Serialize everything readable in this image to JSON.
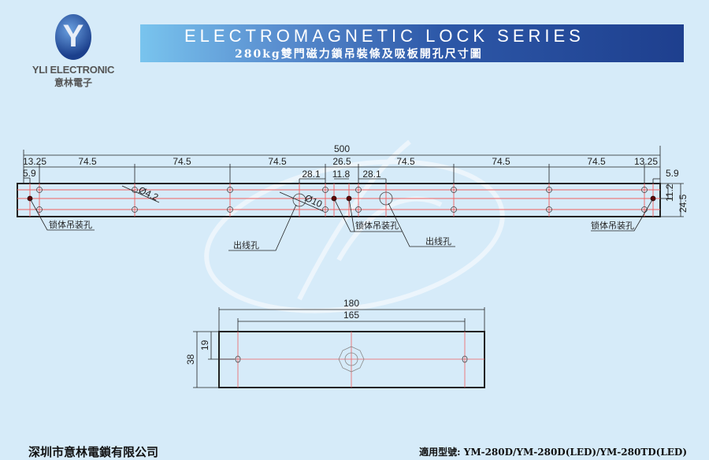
{
  "logo": {
    "mark": "Y",
    "name_en": "YLI ELECTRONIC",
    "name_cn": "意林電子"
  },
  "banner": {
    "title": "ELECTROMAGNETIC LOCK SERIES",
    "subtitle": "280kg雙門磁力鎖吊裝條及吸板開孔尺寸圖"
  },
  "bar_drawing": {
    "overall": "500",
    "segments": [
      "13.25",
      "74.5",
      "74.5",
      "74.5",
      "26.5",
      "74.5",
      "74.5",
      "74.5",
      "13.25"
    ],
    "left_offset": "5.9",
    "right_offset": "5.9",
    "wire_offset_left": "28.1",
    "center_gap": "11.8",
    "wire_offset_right": "28.1",
    "hole_dia": "Ø4.2",
    "wire_dia": "Ø10",
    "height_inner": "11.2",
    "height_total": "24.5",
    "label_mount_hole": "锁体吊装孔",
    "label_wire_hole": "出线孔"
  },
  "plate_drawing": {
    "width": "180",
    "hole_spacing": "165",
    "height": "38",
    "half_height": "19"
  },
  "footer": {
    "company": "深圳市意林電鎖有限公司",
    "models": "適用型號:  YM-280D/YM-280D(LED)/YM-280TD(LED)"
  },
  "colors": {
    "background": "#d6ebf9",
    "centerline": "#f06060",
    "banner_dark": "#1e3f8e"
  }
}
